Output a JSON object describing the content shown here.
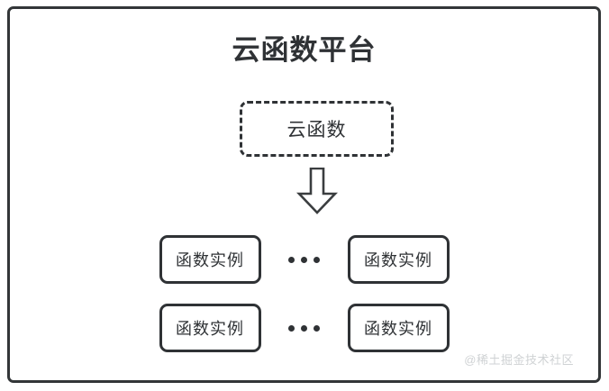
{
  "diagram": {
    "type": "block-diagram",
    "title": "云函数平台",
    "cloud_function": {
      "label": "云函数",
      "border_style": "dashed"
    },
    "arrow": {
      "icon": "down-arrow-icon",
      "direction": "down"
    },
    "rows": [
      {
        "left_instance": "函数实例",
        "ellipsis": "...",
        "right_instance": "函数实例"
      },
      {
        "left_instance": "函数实例",
        "ellipsis": "...",
        "right_instance": "函数实例"
      }
    ],
    "watermark": "@稀土掘金技术社区",
    "colors": {
      "stroke": "#2f3235",
      "outer_stroke": "#333638",
      "background": "#ffffff",
      "watermark": "#cfd2d4"
    }
  }
}
